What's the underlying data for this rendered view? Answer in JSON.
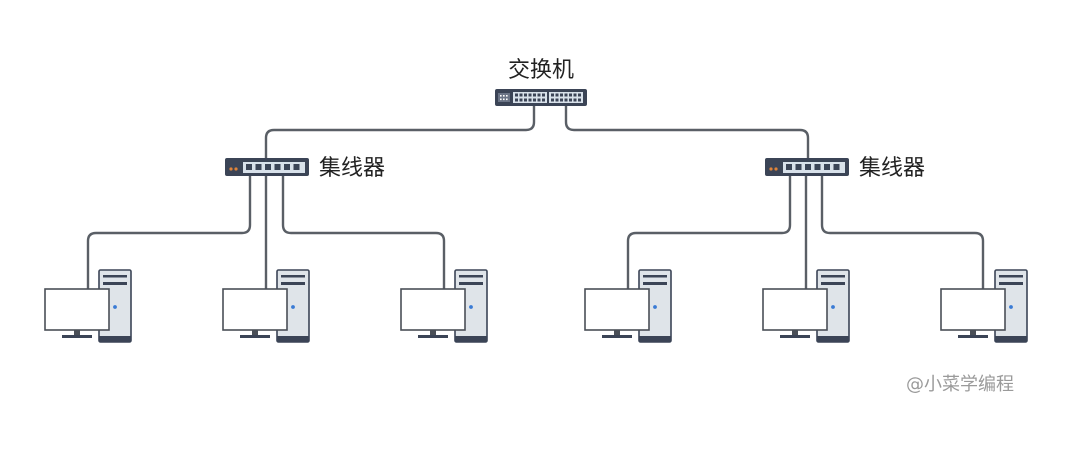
{
  "switch": {
    "label": "交换机",
    "icon": "network-switch-icon"
  },
  "hubs": [
    {
      "label": "集线器",
      "icon": "hub-icon"
    },
    {
      "label": "集线器",
      "icon": "hub-icon"
    }
  ],
  "computers": [
    {
      "icon": "desktop-computer-icon"
    },
    {
      "icon": "desktop-computer-icon"
    },
    {
      "icon": "desktop-computer-icon"
    },
    {
      "icon": "desktop-computer-icon"
    },
    {
      "icon": "desktop-computer-icon"
    },
    {
      "icon": "desktop-computer-icon"
    }
  ],
  "watermark": "@小菜学编程",
  "colors": {
    "device_dark": "#3b4456",
    "hub_panel": "#d8e1ea",
    "wire": "#5a5f66",
    "monitor_border": "#4a4f57",
    "tower_body": "#dfe4e9",
    "power_led": "#3a7bd5",
    "watermark": "#9a9a9a"
  }
}
